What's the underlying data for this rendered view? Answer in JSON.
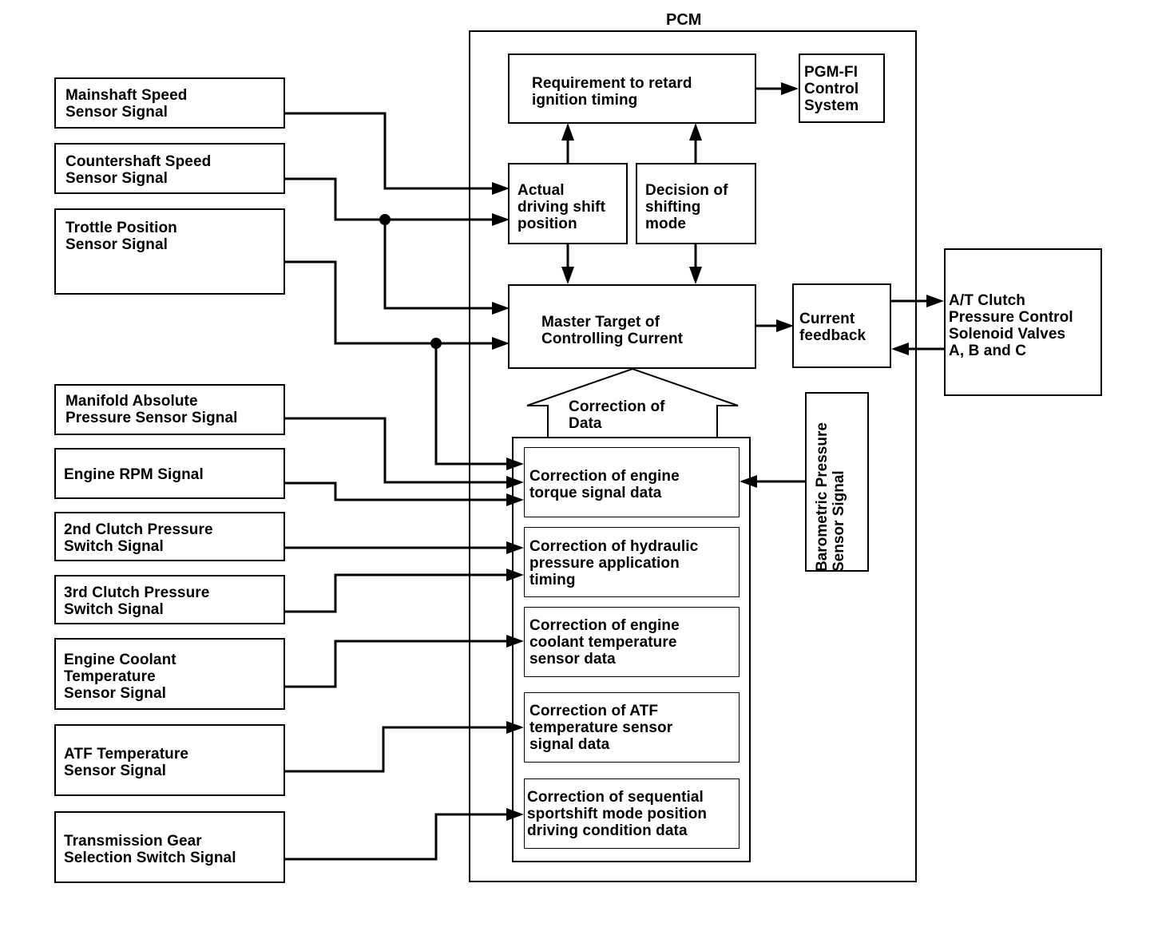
{
  "pcm": {
    "title": "PCM"
  },
  "inputs": {
    "mainshaft": "Mainshaft Speed\nSensor Signal",
    "countershaft": "Countershaft Speed\nSensor Signal",
    "throttle": "Trottle Position\nSensor Signal",
    "map": "Manifold Absolute\nPressure Sensor Signal",
    "rpm": "Engine RPM Signal",
    "clutch2": "2nd Clutch Pressure\nSwitch Signal",
    "clutch3": "3rd Clutch Pressure\nSwitch Signal",
    "coolant": "Engine Coolant\nTemperature\nSensor Signal",
    "atf": "ATF Temperature\nSensor Signal",
    "gear": "Transmission Gear\nSelection Switch Signal"
  },
  "pcm_blocks": {
    "retard": "Requirement to retard\nignition timing",
    "actual_shift": "Actual\ndriving shift\nposition",
    "decision": "Decision of\nshifting\nmode",
    "master": "Master Target of\nControlling Current",
    "correction_arrow": "Correction of\nData",
    "corr_torque": "Correction of engine\ntorque signal data",
    "corr_hydraulic": "Correction of hydraulic\npressure application\ntiming",
    "corr_coolant": "Correction of engine\ncoolant temperature\nsensor data",
    "corr_atf": "Correction of ATF\ntemperature sensor\nsignal data",
    "corr_sequential": "Correction of sequential\nsportshift mode position\ndriving condition data"
  },
  "outputs": {
    "pgmfi": "PGM-FI\nControl\nSystem",
    "current_feedback": "Current\nfeedback",
    "solenoid": "A/T Clutch\nPressure Control\nSolenoid Valves\nA, B and C"
  },
  "side_inputs": {
    "barometric": "Barometric Pressure\nSensor Signal"
  }
}
